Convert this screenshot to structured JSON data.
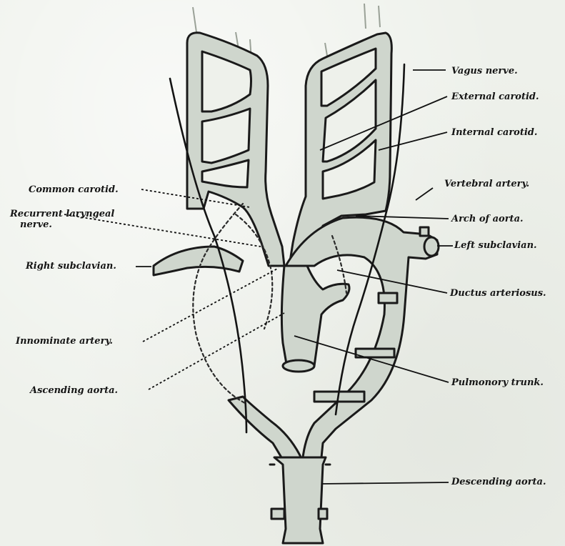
{
  "labels": {
    "vagus_nerve": "Vagus nerve.",
    "external_carotid": "External carotid.",
    "internal_carotid": "Internal carotid.",
    "vertebral_artery": "Vertebral artery.",
    "common_carotid": "Common carotid.",
    "recurrent_laryngeal_line1": "Recurrent laryngeal",
    "recurrent_laryngeal_line2": "nerve.",
    "arch_of_aorta": "Arch of aorta.",
    "left_subclavian": "Left subclavian.",
    "right_subclavian": "Right subclavian.",
    "ductus_arteriosus": "Ductus arteriosus.",
    "innominate_artery": "Innominate artery.",
    "ascending_aorta": "Ascending aorta.",
    "pulmonary_trunk": "Pulmonory trunk.",
    "descending_aorta": "Descending aorta."
  },
  "colors": {
    "vessel_fill": "#cfd6cd",
    "ink": "#1a1a1a",
    "paper": "#eef1eb"
  }
}
